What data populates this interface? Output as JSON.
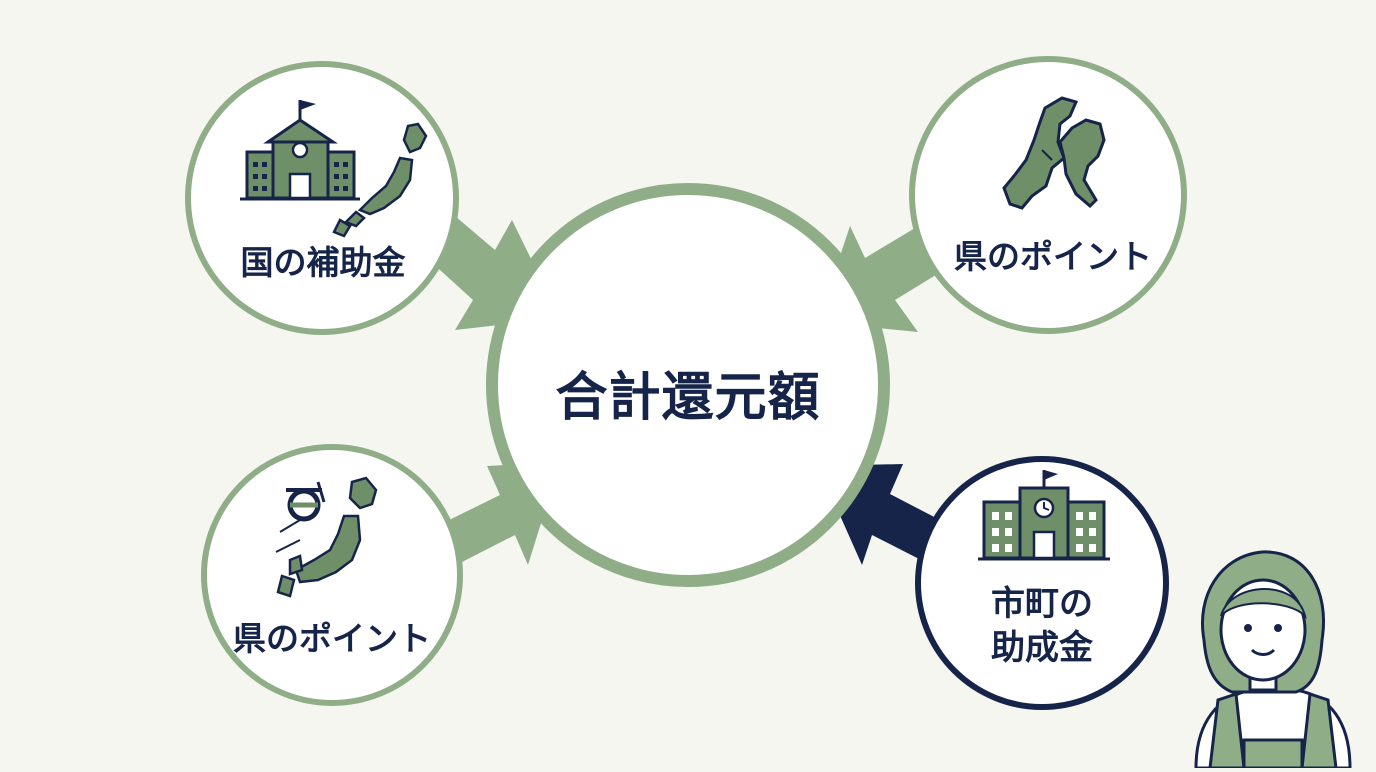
{
  "center": {
    "label": "合計還元額"
  },
  "nodes": {
    "national": {
      "label": "国の補助金",
      "icon": "school-japan-map-icon"
    },
    "pref_top": {
      "label": "県のポイント",
      "icon": "prefecture-map-icon"
    },
    "pref_bottom": {
      "label": "県のポイント",
      "icon": "japan-map-with-prefecture-emblem-icon"
    },
    "city": {
      "label_line1": "市町の",
      "label_line2": "助成金",
      "icon": "city-hall-icon"
    }
  },
  "colors": {
    "green": "#8fae88",
    "navy": "#16244a",
    "background": "#f4f6ef",
    "icon_fill": "#6e8f68"
  }
}
